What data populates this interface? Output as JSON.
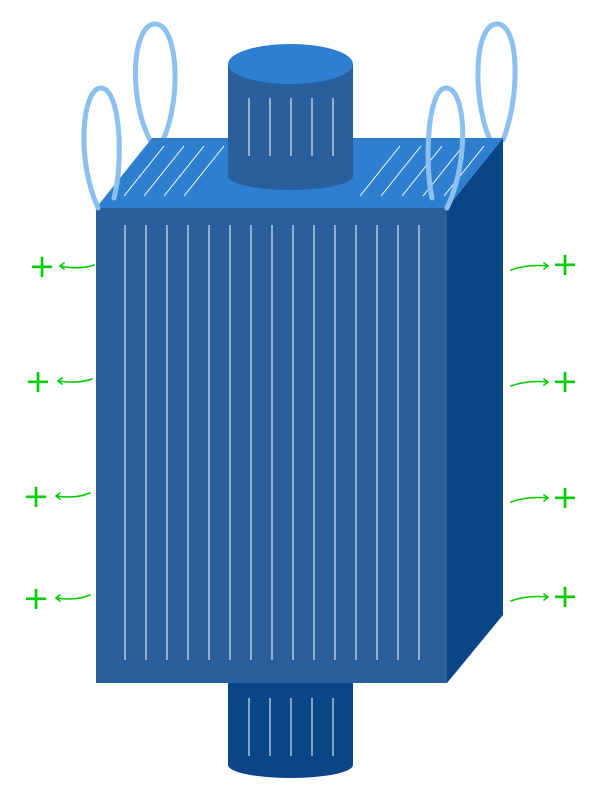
{
  "diagram": {
    "subject": "bulk-bag-with-filling-spout-discharge-spout-and-four-lift-loops",
    "colors": {
      "front": "#2a5f9e",
      "side": "#0a4587",
      "top": "#2f7fd1",
      "spout_top": "#2f7fd1",
      "spout_body": "#2a5f9e",
      "discharge": "#0a4587",
      "loop": "#8cc0ee",
      "stripe": "#ffffff",
      "marker": "#00cc00"
    },
    "front_stripe_count": 15,
    "filling_spout_stripe_count": 5,
    "discharge_spout_stripe_count": 5,
    "top_hatch_left_count": 4,
    "top_hatch_right_count": 5,
    "loop_count": 4,
    "left_markers": [
      {
        "symbol": "+"
      },
      {
        "symbol": "+"
      },
      {
        "symbol": "+"
      },
      {
        "symbol": "+"
      }
    ],
    "right_markers": [
      {
        "symbol": "+"
      },
      {
        "symbol": "+"
      },
      {
        "symbol": "+"
      },
      {
        "symbol": "+"
      }
    ]
  }
}
